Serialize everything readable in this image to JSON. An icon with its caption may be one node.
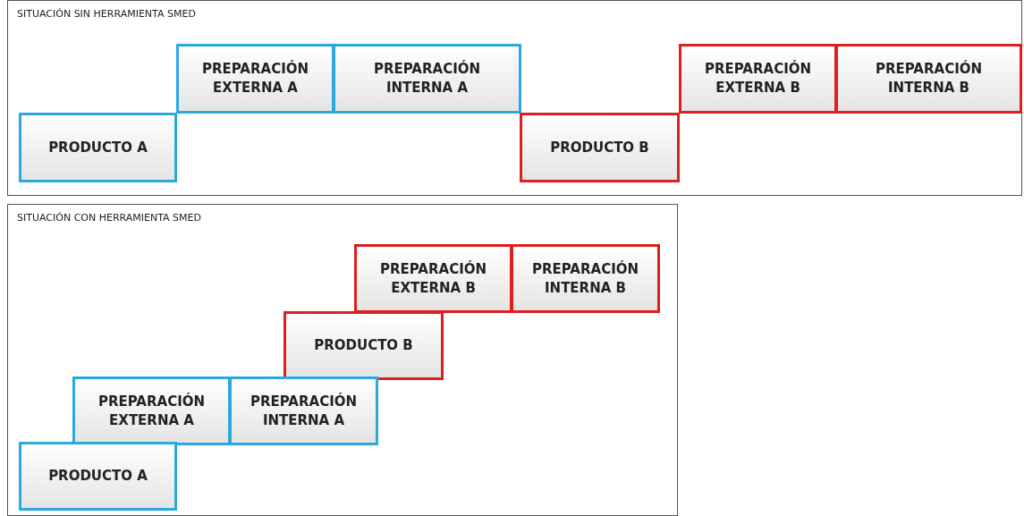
{
  "diagram": {
    "nodes": [
      {
        "text": [
          "SITUACIÓN SIN HERRAMIENTA SMED"
        ]
      },
      {
        "text": [
          "PREPARACIÓN EXTERNA A"
        ],
        "in": 0
      },
      {
        "text": [
          "PREPARACIÓN INTERNA A"
        ],
        "in": 0
      },
      {
        "text": [
          "PREPARACIÓN EXTERNA B"
        ],
        "in": 0
      },
      {
        "text": [
          "PREPARACIÓN INTERNA B"
        ],
        "in": 0
      },
      {
        "text": [
          "PRODUCTO A"
        ],
        "in": 0
      },
      {
        "text": [
          "PRODUCTO B"
        ],
        "in": 0
      },
      {
        "text": [
          "SITUACIÓN CON HERRAMIENTA SMED"
        ]
      },
      {
        "text": [
          "PREPARACIÓN EXTERNA B"
        ],
        "in": 7
      },
      {
        "text": [
          "PREPARACIÓN INTERNA B"
        ],
        "in": 7
      },
      {
        "text": [
          "PRODUCTO B"
        ],
        "in": 7
      },
      {
        "text": [
          "PREPARACIÓN EXTERNA A"
        ],
        "in": 7
      },
      {
        "text": [
          "PREPARACIÓN INTERNA A"
        ],
        "in": 7
      },
      {
        "text": [
          "PRODUCTO A"
        ],
        "in": 7
      }
    ]
  }
}
